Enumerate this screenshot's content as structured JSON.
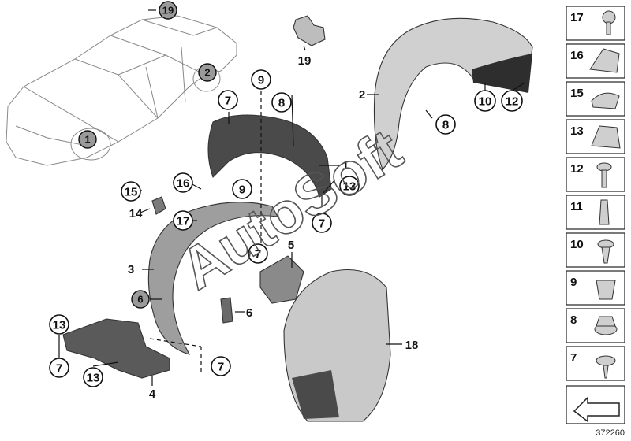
{
  "watermark": "AutoSoft",
  "reference_number": "372260",
  "car_callouts": [
    "19",
    "2",
    "1"
  ],
  "part_labels": {
    "p1": "1",
    "p2": "2",
    "p3": "3",
    "p4": "4",
    "p5": "5",
    "p6": "6",
    "p7a": "7",
    "p7b": "7",
    "p7c": "7",
    "p7d": "7",
    "p7e": "7",
    "p8a": "8",
    "p8b": "8",
    "p9a": "9",
    "p9b": "9",
    "p10": "10",
    "p12": "12",
    "p13a": "13",
    "p13b": "13",
    "p13c": "13",
    "p14": "14",
    "p15": "15",
    "p16": "16",
    "p17": "17",
    "p18": "18",
    "p19": "19",
    "p6c": "6"
  },
  "legend": [
    "17",
    "16",
    "15",
    "13",
    "12",
    "11",
    "10",
    "9",
    "8",
    "7"
  ],
  "colors": {
    "part_fill": "#d2d2d2",
    "part_dark": "#3a3a3a",
    "callout_grey": "#9a9a9a"
  }
}
